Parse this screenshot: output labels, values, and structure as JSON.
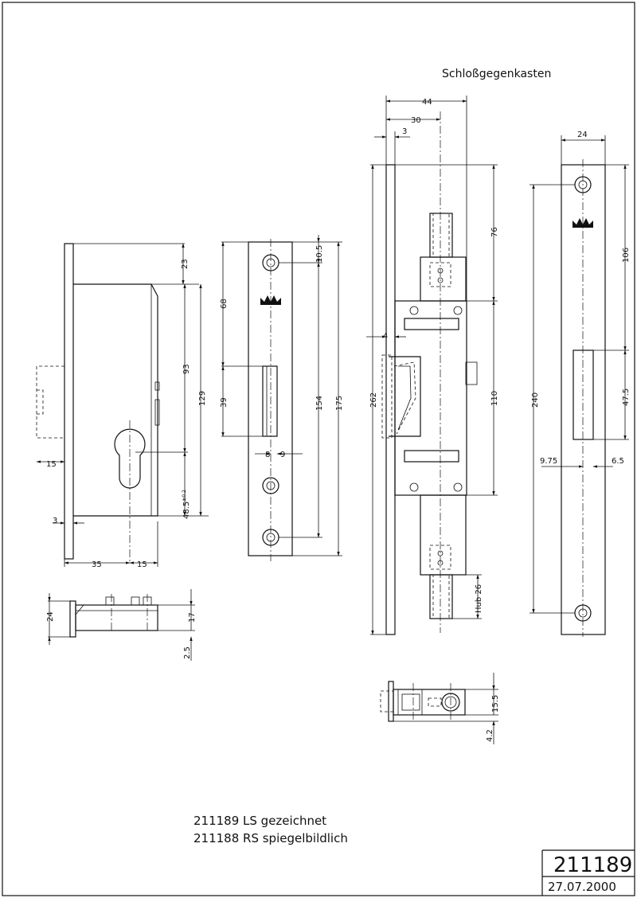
{
  "drawing": {
    "header": "Schloßgegenkasten",
    "notes": [
      "211189 LS gezeichnet",
      "211188 RS spiegelbildlich"
    ],
    "title_block": {
      "number": "211189",
      "date": "27.07.2000"
    }
  },
  "dims": {
    "lock_side": {
      "d23": "23",
      "d93": "93",
      "d129": "129",
      "d48": "48.5",
      "d48_sup": "±0.2",
      "d15a": "15",
      "d3": "3",
      "d35": "35",
      "d15b": "15"
    },
    "faceplate": {
      "d68": "68",
      "d39": "39",
      "d10": "10.5",
      "d154": "154",
      "d175": "175",
      "d8": "8",
      "d9": "9"
    },
    "top_view": {
      "d24": "24",
      "d17": "17",
      "d25": "2.5"
    },
    "main": {
      "d44": "44",
      "d30": "30",
      "d3": "3",
      "d76": "76",
      "d4": "4",
      "d262": "262",
      "d110": "110",
      "hub": "Hub 26"
    },
    "bottom_view": {
      "d155": "15.5",
      "d42": "4.2"
    },
    "strike": {
      "d24": "24",
      "d106": "106",
      "d240": "240",
      "d475": "47.5",
      "d975": "9.75",
      "d65": "6.5"
    }
  }
}
